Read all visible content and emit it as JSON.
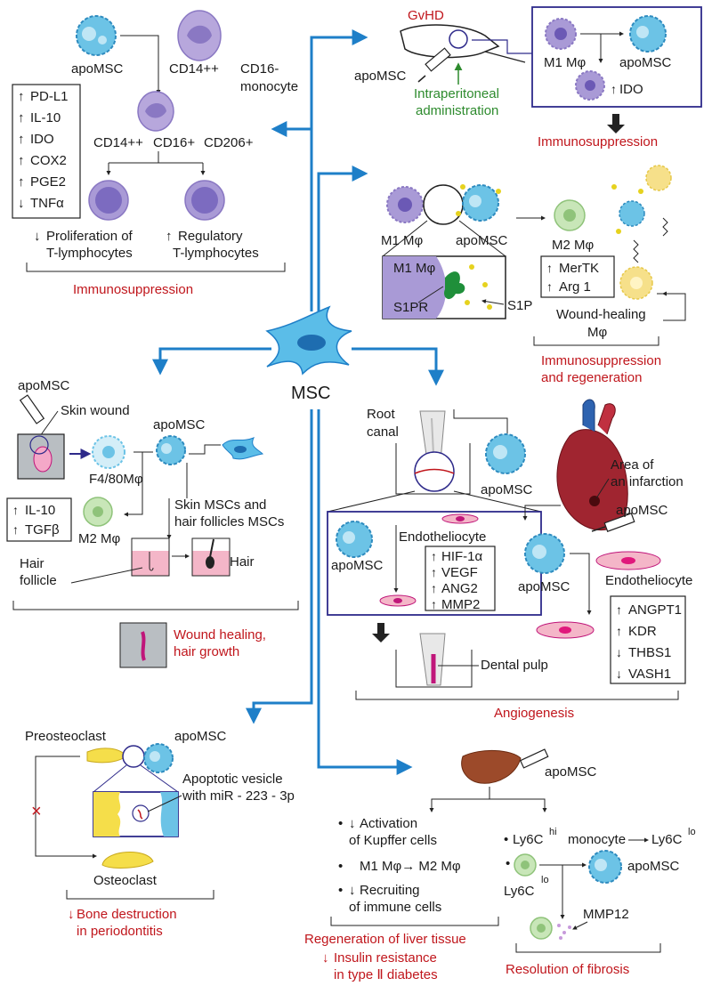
{
  "center": {
    "label": "MSC"
  },
  "top_left": {
    "apomsc": "apoMSC",
    "monocyte_a": "CD14++",
    "monocyte_b": "CD16-",
    "monocyte_c": "monocyte",
    "macro_a": "CD14++",
    "macro_b": "CD16+",
    "macro_c": "CD206+",
    "markers": [
      "PD-L1",
      "IL-10",
      "IDO",
      "COX2",
      "PGE2",
      "TNFα"
    ],
    "marker_dirs": [
      "↑",
      "↑",
      "↑",
      "↑",
      "↑",
      "↓"
    ],
    "prolif_1": "Proliferation of",
    "prolif_2": "T-lymphocytes",
    "reg_1": "Regulatory",
    "reg_2": "T-lymphocytes",
    "down_arrow": "↓",
    "up_arrow": "↑",
    "outcome": "Immunosuppression"
  },
  "top_right": {
    "gvhd": "GvHD",
    "apomsc": "apoMSC",
    "admin_1": "Intraperitoneal",
    "admin_2": "administration",
    "m1": "M1 Mφ",
    "apomsc_box": "apoMSC",
    "ido": "IDO",
    "up_arrow": "↑",
    "outcome": "Immunosuppression"
  },
  "mid_right": {
    "m1": "M1 Mφ",
    "apomsc": "apoMSC",
    "m1_box": "M1 Mφ",
    "s1pr": "S1PR",
    "s1p": "S1P",
    "m2": "M2 Mφ",
    "markers": [
      "MerTK",
      "Arg 1"
    ],
    "up_arrow": "↑",
    "wound_1": "Wound-healing",
    "wound_2": "Mφ",
    "outcome_1": "Immunosuppression",
    "outcome_2": "and regeneration"
  },
  "mid_left": {
    "apomsc": "apoMSC",
    "skin_wound": "Skin wound",
    "apomsc2": "apoMSC",
    "f480": "F4/80Mφ",
    "markers": [
      "IL-10",
      "TGFβ"
    ],
    "up_arrow": "↑",
    "m2": "M2 Mφ",
    "skin_1": "Skin MSCs and",
    "skin_2": "hair follicles MSCs",
    "hair_follicle_1": "Hair",
    "hair_follicle_2": "follicle",
    "hair": "Hair",
    "outcome_1": "Wound healing,",
    "outcome_2": "hair growth"
  },
  "angio": {
    "root_1": "Root",
    "root_2": "canal",
    "apomsc": "apoMSC",
    "infarct_1": "Area of",
    "infarct_2": "an infarction",
    "apomsc_heart": "apoMSC",
    "endo_box_label": "Endotheliocyte",
    "apomsc_box": "apoMSC",
    "box_markers": [
      "HIF-1α",
      "VEGF",
      "ANG2",
      "MMP2"
    ],
    "up_arrow": "↑",
    "down_arrow": "↓",
    "apomsc_right": "apoMSC",
    "endo_right": "Endotheliocyte",
    "right_markers": [
      "ANGPT1",
      "KDR",
      "THBS1",
      "VASH1"
    ],
    "right_dirs": [
      "↑",
      "↑",
      "↓",
      "↓"
    ],
    "dental_pulp": "Dental pulp",
    "outcome": "Angiogenesis"
  },
  "bone": {
    "preosteoclast": "Preosteoclast",
    "apomsc": "apoMSC",
    "vesicle_1": "Apoptotic vesicle",
    "vesicle_2": "with miR - 223 - 3p",
    "cross": "×",
    "osteoclast": "Osteoclast",
    "down_arrow": "↓",
    "outcome_1": "Bone destruction",
    "outcome_2": "in periodontitis"
  },
  "liver": {
    "apomsc": "apoMSC",
    "bullet": "•",
    "item1_1": "Activation",
    "item1_2": "of Kupffer cells",
    "item2": "M1 Mφ→ M2 Mφ",
    "item3_1": "Recruiting",
    "item3_2": "of immune cells",
    "down_arrow": "↓",
    "ly6c": "Ly6C",
    "hi": "hi",
    "lo": "lo",
    "monocyte": "monocyte",
    "apomsc_small": "apoMSC",
    "mmp12": "MMP12",
    "outcome_left": "Regeneration of liver tissue",
    "outcome_left2": "Insulin resistance",
    "outcome_left3": "in type Ⅱ diabetes",
    "outcome_right": "Resolution of fibrosis"
  },
  "colors": {
    "blue_arrow": "#1e7fc8",
    "red_text": "#c0161c",
    "green_text": "#2e8b2e",
    "navy_box": "#2e2a8a",
    "msc_cell": "#5bbde8",
    "macrophage": "#a99ad6",
    "apo_cell": "#6cc3e6"
  }
}
